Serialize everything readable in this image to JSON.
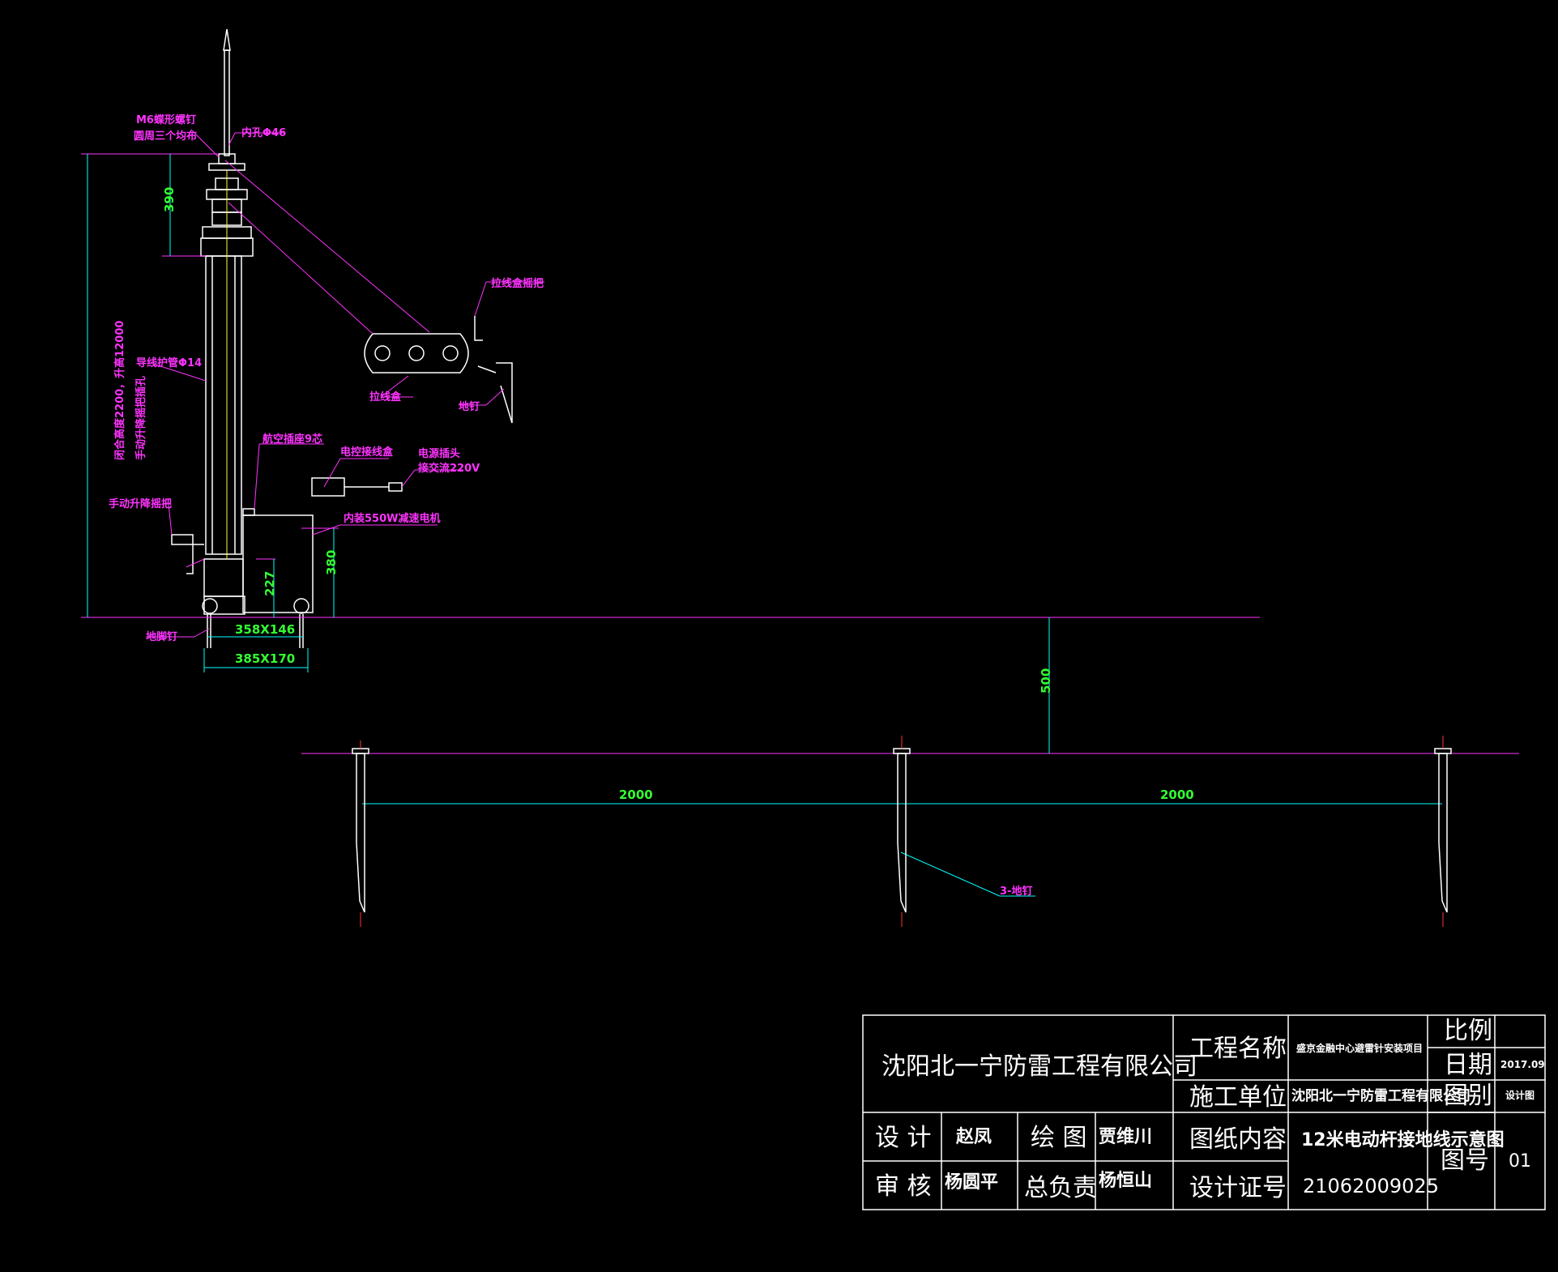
{
  "colors": {
    "background": "#000000",
    "lines": "#ffffff",
    "annotation": "#ff33ff",
    "dimension_text": "#33ff33",
    "dimension_line": "#00ffff",
    "axis": "#ffff33",
    "red": "#ff3333"
  },
  "labels": {
    "m6_screw": "M6蝶形螺钉",
    "three_even": "圆周三个均布",
    "inner_hole": "内孔Φ46",
    "dim_390": "390",
    "closed_height": "闭合高度2200，升高12000",
    "wire_box_handle": "拉线盒摇把",
    "wire_sleeve": "导线护管Φ14",
    "wire_box": "拉线盒",
    "ground_nail": "地钉",
    "manual_hole": "手动升降摇把插孔",
    "aviation_socket": "航空插座9芯",
    "control_box": "电控接线盒",
    "plug": "电源插头",
    "ac220": "接交流220V",
    "manual_handle": "手动升降摇把",
    "motor": "内装550W减速电机",
    "dim_380": "380",
    "dim_227": "227",
    "base_nail": "地脚钉",
    "dim_base1": "358X146",
    "dim_base2": "385X170",
    "dim_500": "500",
    "dim_2000_a": "2000",
    "dim_2000_b": "2000",
    "three_nails": "3-地钉"
  },
  "title_block": {
    "company": "沈阳北一宁防雷工程有限公司",
    "project_name_label": "工程名称",
    "project_name_value": "盛京金融中心避雷针安装项目",
    "construction_unit_label": "施工单位",
    "construction_unit_value": "沈阳北一宁防雷工程有限公司",
    "scale_label": "比例",
    "scale_value": "",
    "date_label": "日期",
    "date_value": "2017.09",
    "category_label": "图别",
    "category_value": "设计图",
    "design_label": "设 计",
    "design_value": "赵凤",
    "drawing_label": "绘 图",
    "drawing_value": "贾维川",
    "review_label": "审 核",
    "review_value": "杨圆平",
    "chief_label": "总负责",
    "chief_value": "杨恒山",
    "content_label": "图纸内容",
    "content_value": "12米电动杆接地线示意图",
    "cert_label": "设计证号",
    "cert_value": "21062009025",
    "number_label": "图号",
    "number_value": "01"
  }
}
